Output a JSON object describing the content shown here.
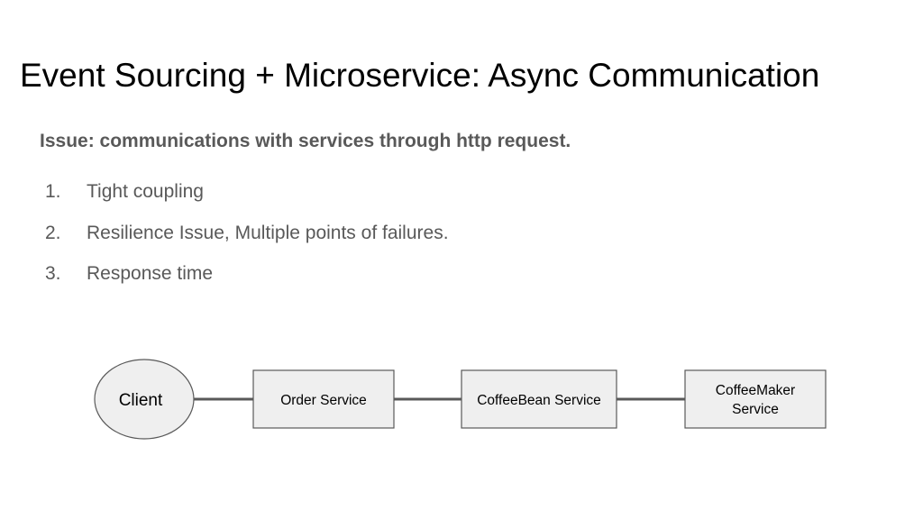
{
  "title": "Event Sourcing + Microservice: Async Communication",
  "issue": "Issue: communications with services through http request.",
  "list": [
    {
      "num": "1.",
      "text": "Tight coupling"
    },
    {
      "num": "2.",
      "text": "Resilience Issue, Multiple points of failures."
    },
    {
      "num": "3.",
      "text": "Response time"
    }
  ],
  "diagram": {
    "client": "Client",
    "order_service": "Order Service",
    "coffeebean_service": "CoffeeBean Service",
    "coffeemaker_line1": "CoffeeMaker",
    "coffeemaker_line2": "Service"
  },
  "colors": {
    "box_fill": "#efefef",
    "box_stroke": "#595959",
    "connector": "#595959",
    "text_gray": "#595959"
  }
}
